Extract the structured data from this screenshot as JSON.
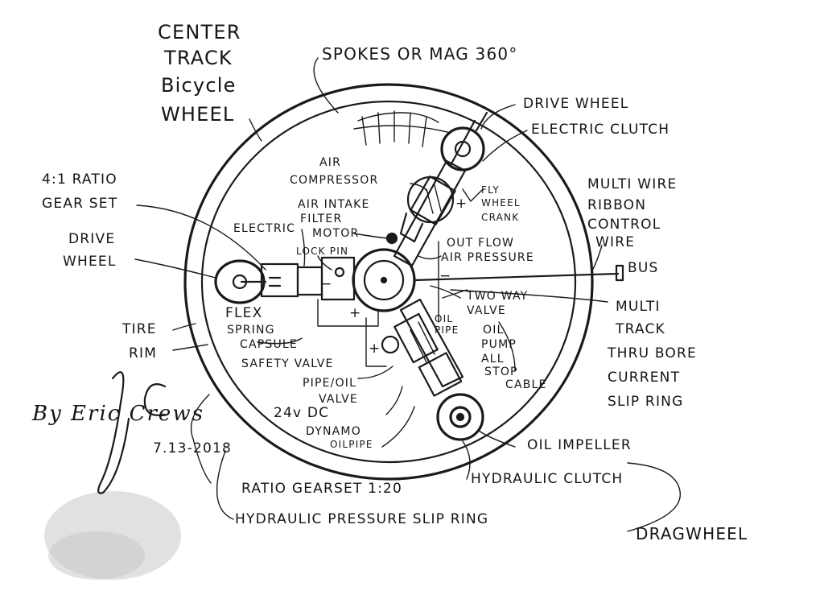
{
  "title": [
    "CENTER",
    "TRACK",
    "Bicycle",
    "WHEEL"
  ],
  "labels": {
    "spokes": "SPOKES OR MAG 360°",
    "drive_wheel_right": "DRIVE WHEEL",
    "electric_clutch": "ELECTRIC CLUTCH",
    "air": "AIR",
    "compressor": "COMPRESSOR",
    "fly": "FLY",
    "wheel": "WHEEL",
    "crank": "CRANK",
    "ratio_4_1": "4:1 RATIO",
    "gear_set": "GEAR SET",
    "air_intake": "AIR INTAKE",
    "filter": "FILTER",
    "motor": "MOTOR",
    "electric": "ELECTRIC",
    "multi_wire": "MULTI WIRE",
    "ribbon": "RIBBON",
    "control": "CONTROL",
    "wire": "WIRE",
    "drive": "DRIVE",
    "wheel_left": "WHEEL",
    "lock_pin": "LOCK PIN",
    "out_flow": "OUT FLOW",
    "air_pressure": "AIR PRESSURE",
    "bus": "BUS",
    "two_way": "TWO WAY",
    "valve": "VALVE",
    "flex": "FLEX",
    "spring": "SPRING",
    "capsule": "CAPSULE",
    "tire": "TIRE",
    "rim": "RIM",
    "oil": "OIL",
    "pipe": "PIPE",
    "oil2": "OIL",
    "pump": "PUMP",
    "all": "ALL",
    "stop": "STOP",
    "cable": "CABLE",
    "multi": "MULTI",
    "track": "TRACK",
    "thru_bore": "THRU BORE",
    "current": "CURRENT",
    "slip_ring": "SLIP RING",
    "safety_valve": "SAFETY VALVE",
    "pipe_oil": "PIPE/OIL",
    "valve2": "VALVE",
    "dc": "24v DC",
    "dynamo": "DYNAMO",
    "oilpipe": "OILPIPE",
    "oil_impeller": "OIL IMPELLER",
    "ratio_gearset": "RATIO GEARSET 1:20",
    "hydraulic_clutch": "HYDRAULIC CLUTCH",
    "hydraulic_slip": "HYDRAULIC PRESSURE SLIP RING",
    "drag_wheel": "DRAGWHEEL",
    "plus": "+",
    "minus": "−"
  },
  "signature": {
    "byline": "By Eric Crews",
    "date": "7.13-2018"
  }
}
